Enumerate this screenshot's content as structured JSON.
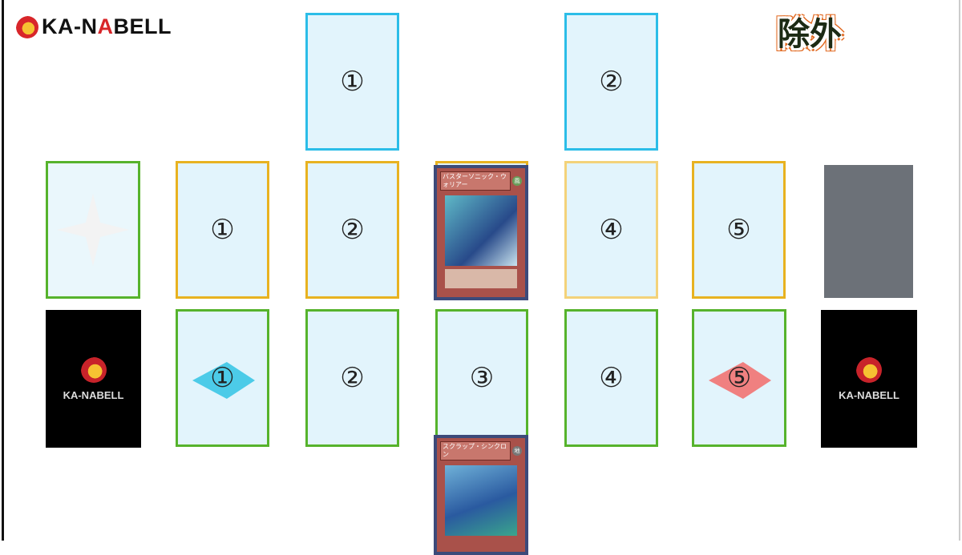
{
  "brand": {
    "logo_text_a": "KA-N",
    "logo_text_b": "A",
    "logo_text_c": "BELL",
    "deck_label": "KA-NABELL"
  },
  "title": "除外",
  "extra_monster_zones": [
    "①",
    "②"
  ],
  "opponent_row": {
    "zones": [
      "①",
      "②",
      "④",
      "⑤"
    ]
  },
  "player_row": {
    "zones": [
      "①",
      "②",
      "③",
      "④",
      "⑤"
    ]
  },
  "cards": {
    "center_top": {
      "name": "バスターソニック・ウォリアー",
      "attribute": "風"
    },
    "bottom": {
      "name": "スクラップ・シンクロン",
      "attribute": "地"
    }
  },
  "colors": {
    "cyan": "#2bbde8",
    "yellow": "#e8b220",
    "green": "#56b32c",
    "zone_fill": "#e2f4fc",
    "diamond_blue": "#4ccbe8",
    "diamond_red": "#f08080"
  }
}
